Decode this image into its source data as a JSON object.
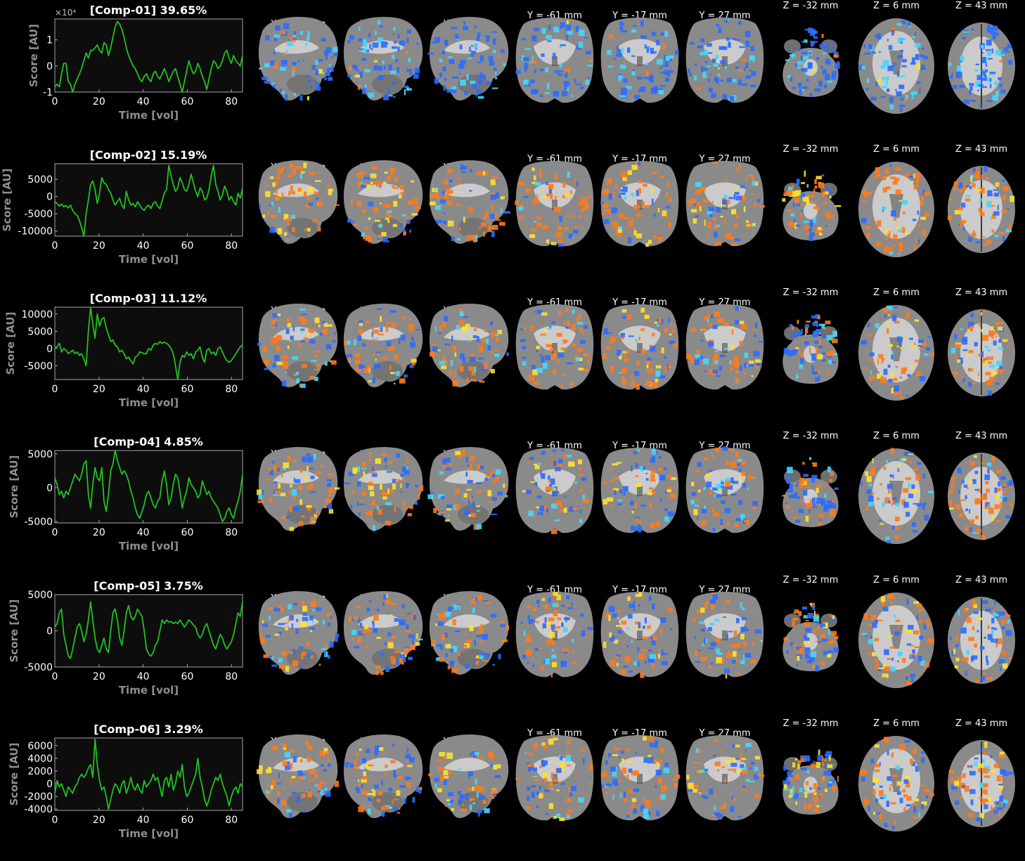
{
  "slice_labels": [
    "X = -33 mm",
    "X = 2 mm",
    "X = 37 mm",
    "Y = -61 mm",
    "Y = -17 mm",
    "Y = 27 mm",
    "Z = -32 mm",
    "Z = 6 mm",
    "Z = 43 mm"
  ],
  "colors": {
    "trace": "#22c022",
    "positive": "#ff7a1a",
    "positive_peak": "#ffe12a",
    "negative": "#2a6bff",
    "negative_peak": "#40d8ff",
    "background": "#000000",
    "axis_text": "#8f8f8f"
  },
  "chart_data": [
    {
      "type": "line",
      "title": "[Comp-01] 39.65%",
      "xlabel": "Time [vol]",
      "ylabel": "Score [AU]",
      "y_exponent_label": "×10⁴",
      "xlim": [
        0,
        85
      ],
      "ylim": [
        -1.0,
        1.8
      ],
      "xticks": [
        0,
        20,
        40,
        60,
        80
      ],
      "yticks": [
        -1,
        0,
        1
      ],
      "ytick_labels": [
        "-1",
        "0",
        "1"
      ],
      "series": [
        {
          "values": [
            -0.8,
            -0.7,
            -0.8,
            -0.3,
            0.1,
            0.1,
            -0.6,
            -0.7,
            -1.0,
            -0.7,
            -0.5,
            -0.3,
            -0.1,
            0.2,
            0.5,
            0.3,
            0.6,
            0.6,
            0.7,
            0.8,
            0.6,
            0.5,
            0.9,
            0.8,
            0.4,
            0.7,
            1.1,
            1.5,
            1.7,
            1.6,
            1.4,
            1.1,
            0.7,
            0.4,
            0.2,
            0.0,
            -0.1,
            -0.3,
            -0.5,
            -0.6,
            -0.4,
            -0.3,
            -0.5,
            -0.6,
            -0.3,
            -0.2,
            -0.4,
            -0.5,
            -0.3,
            -0.1,
            -0.3,
            -0.6,
            -0.4,
            -0.2,
            -0.1,
            -0.4,
            -0.7,
            -1.0,
            -0.6,
            -0.2,
            0.2,
            -0.1,
            -0.3,
            -0.2,
            0.1,
            -0.1,
            -0.4,
            -0.6,
            -0.9,
            -0.5,
            -0.1,
            0.2,
            0.1,
            -0.1,
            0.0,
            0.2,
            0.5,
            0.6,
            0.3,
            0.1,
            0.4,
            0.2,
            0.1,
            0.0,
            0.4
          ]
        }
      ]
    },
    {
      "type": "line",
      "title": "[Comp-02] 15.19%",
      "xlabel": "Time [vol]",
      "ylabel": "Score [AU]",
      "xlim": [
        0,
        85
      ],
      "ylim": [
        -11500,
        9500
      ],
      "xticks": [
        0,
        20,
        40,
        60,
        80
      ],
      "yticks": [
        -10000,
        -5000,
        0,
        5000
      ],
      "ytick_labels": [
        "-10000",
        "-5000",
        "0",
        "5000"
      ],
      "series": [
        {
          "values": [
            -1500,
            -2000,
            -2800,
            -2200,
            -3000,
            -2600,
            -3300,
            -2500,
            -4000,
            -5000,
            -5500,
            -7000,
            -9000,
            -12000,
            -5000,
            -1000,
            3500,
            4500,
            2000,
            -2000,
            1000,
            5500,
            4000,
            3500,
            2000,
            1000,
            -1000,
            -2500,
            -1500,
            -500,
            -2500,
            -3500,
            1500,
            -1000,
            -2500,
            -2000,
            -3000,
            -1500,
            -2500,
            -3500,
            -4000,
            -3000,
            -2500,
            -3500,
            -2000,
            -1500,
            -2800,
            -3500,
            -1200,
            1000,
            2000,
            9000,
            6000,
            3500,
            1500,
            2500,
            5500,
            4000,
            2000,
            1500,
            3500,
            6500,
            4000,
            1500,
            0,
            2500,
            1500,
            -1000,
            -500,
            2000,
            6000,
            9000,
            3500,
            1500,
            -1000,
            500,
            3000,
            1500,
            -1000,
            0,
            -1500,
            -2500,
            1000,
            -500,
            2500
          ]
        }
      ]
    },
    {
      "type": "line",
      "title": "[Comp-03] 11.12%",
      "xlabel": "Time [vol]",
      "ylabel": "Score [AU]",
      "xlim": [
        0,
        85
      ],
      "ylim": [
        -9000,
        12000
      ],
      "xticks": [
        0,
        20,
        40,
        60,
        80
      ],
      "yticks": [
        -5000,
        0,
        5000,
        10000
      ],
      "ytick_labels": [
        "-5000",
        "0",
        "5000",
        "10000"
      ],
      "series": [
        {
          "values": [
            0,
            500,
            1500,
            -1000,
            0,
            -500,
            -1500,
            -1000,
            -500,
            -1500,
            -1000,
            -2000,
            -1500,
            -3000,
            -5000,
            5000,
            12000,
            7000,
            3000,
            10000,
            6500,
            8500,
            9000,
            6000,
            4000,
            2000,
            2500,
            1000,
            500,
            -1000,
            -500,
            -1500,
            -3000,
            -2500,
            -3500,
            -4500,
            -2500,
            -2000,
            -1000,
            -1200,
            -1500,
            -1500,
            0,
            -500,
            1000,
            1500,
            1200,
            2000,
            1500,
            1800,
            1500,
            1000,
            0,
            -1500,
            -5000,
            -9000,
            -4000,
            -2000,
            -2500,
            -1000,
            -2000,
            -1500,
            -3000,
            -1000,
            -500,
            500,
            -2500,
            -4000,
            -500,
            0,
            -1500,
            -1000,
            -2000,
            0,
            500,
            -1000,
            -2500,
            -3500,
            -4000,
            -3500,
            -2500,
            -1500,
            -500,
            500,
            1000
          ]
        }
      ]
    },
    {
      "type": "line",
      "title": "[Comp-04] 4.85%",
      "xlabel": "Time [vol]",
      "ylabel": "Score [AU]",
      "xlim": [
        0,
        85
      ],
      "ylim": [
        -5200,
        5500
      ],
      "xticks": [
        0,
        20,
        40,
        60,
        80
      ],
      "yticks": [
        -5000,
        0,
        5000
      ],
      "ytick_labels": [
        "-5000",
        "0",
        "5000"
      ],
      "series": [
        {
          "values": [
            1500,
            500,
            -1000,
            -500,
            -1500,
            -500,
            -1000,
            0,
            1000,
            2000,
            1500,
            1000,
            2000,
            3500,
            4000,
            -1000,
            -3000,
            500,
            3000,
            1500,
            1000,
            3000,
            -2000,
            -3500,
            -1000,
            2500,
            3500,
            5500,
            4000,
            3000,
            2000,
            2500,
            2000,
            1000,
            -500,
            -1500,
            -3000,
            -4000,
            -4500,
            -3500,
            -2500,
            -1000,
            -500,
            -1500,
            -2500,
            -3000,
            -2000,
            -1500,
            1000,
            2500,
            500,
            -2500,
            -1500,
            500,
            2000,
            1500,
            -500,
            -3000,
            -1500,
            -500,
            1500,
            500,
            0,
            -500,
            -1500,
            -1000,
            1000,
            0,
            -1000,
            -500,
            -1500,
            -2000,
            -2500,
            -3000,
            -4000,
            -5000,
            -4500,
            -3500,
            -3000,
            -4000,
            -4500,
            -3000,
            -2000,
            -500,
            2000
          ]
        }
      ]
    },
    {
      "type": "line",
      "title": "[Comp-05] 3.75%",
      "xlabel": "Time [vol]",
      "ylabel": "Score [AU]",
      "xlim": [
        0,
        85
      ],
      "ylim": [
        -5000,
        5000
      ],
      "xticks": [
        0,
        20,
        40,
        60,
        80
      ],
      "yticks": [
        -5000,
        0,
        5000
      ],
      "ytick_labels": [
        "-5000",
        "0",
        "5000"
      ],
      "series": [
        {
          "values": [
            500,
            1000,
            2500,
            3000,
            -500,
            -2000,
            -3500,
            -3800,
            -2500,
            -1000,
            500,
            1000,
            0,
            -1500,
            -500,
            1500,
            4000,
            1500,
            -1000,
            -2500,
            -3000,
            -2000,
            -1000,
            -2500,
            -3000,
            0,
            2500,
            3000,
            1500,
            -1000,
            -2000,
            0,
            2500,
            3500,
            2000,
            1500,
            2000,
            3000,
            2500,
            2000,
            0,
            -2500,
            -3200,
            -3500,
            -3000,
            -2000,
            -1500,
            0,
            1500,
            1000,
            1500,
            1200,
            1300,
            1000,
            1200,
            1000,
            1500,
            1000,
            500,
            1000,
            1500,
            1200,
            800,
            500,
            -500,
            -1000,
            -500,
            500,
            1000,
            0,
            -1000,
            -2000,
            -2500,
            -1500,
            -500,
            -1000,
            -2000,
            -2500,
            -2000,
            -1500,
            -500,
            1000,
            2500,
            2000,
            4000
          ]
        }
      ]
    },
    {
      "type": "line",
      "title": "[Comp-06] 3.29%",
      "xlabel": "Time [vol]",
      "ylabel": "Score [AU]",
      "xlim": [
        0,
        85
      ],
      "ylim": [
        -4200,
        7200
      ],
      "xticks": [
        0,
        20,
        40,
        60,
        80
      ],
      "yticks": [
        -4000,
        -2000,
        0,
        2000,
        4000,
        6000
      ],
      "ytick_labels": [
        "-4000",
        "-2000",
        "0",
        "2000",
        "4000",
        "6000"
      ],
      "series": [
        {
          "values": [
            -1500,
            500,
            -500,
            0,
            -1000,
            -2000,
            -500,
            -1000,
            -1500,
            -500,
            0,
            1000,
            1500,
            1000,
            1500,
            2500,
            3000,
            1000,
            7000,
            3000,
            500,
            -1000,
            -500,
            -2000,
            -4000,
            -2500,
            -1000,
            0,
            -500,
            -1500,
            0,
            500,
            -1500,
            -500,
            1000,
            -500,
            -1000,
            0,
            -1000,
            -1500,
            500,
            -500,
            0,
            500,
            1500,
            500,
            1000,
            -500,
            -2000,
            500,
            1000,
            -500,
            1500,
            -1000,
            0,
            2000,
            1000,
            3000,
            -500,
            -2000,
            -1500,
            -500,
            500,
            1500,
            4000,
            1000,
            -500,
            -2500,
            -3500,
            -2500,
            -1000,
            0,
            1000,
            500,
            1500,
            0,
            -1000,
            -2000,
            -3500,
            -2000,
            -1000,
            -500,
            -1500,
            0,
            -500
          ]
        }
      ]
    }
  ]
}
